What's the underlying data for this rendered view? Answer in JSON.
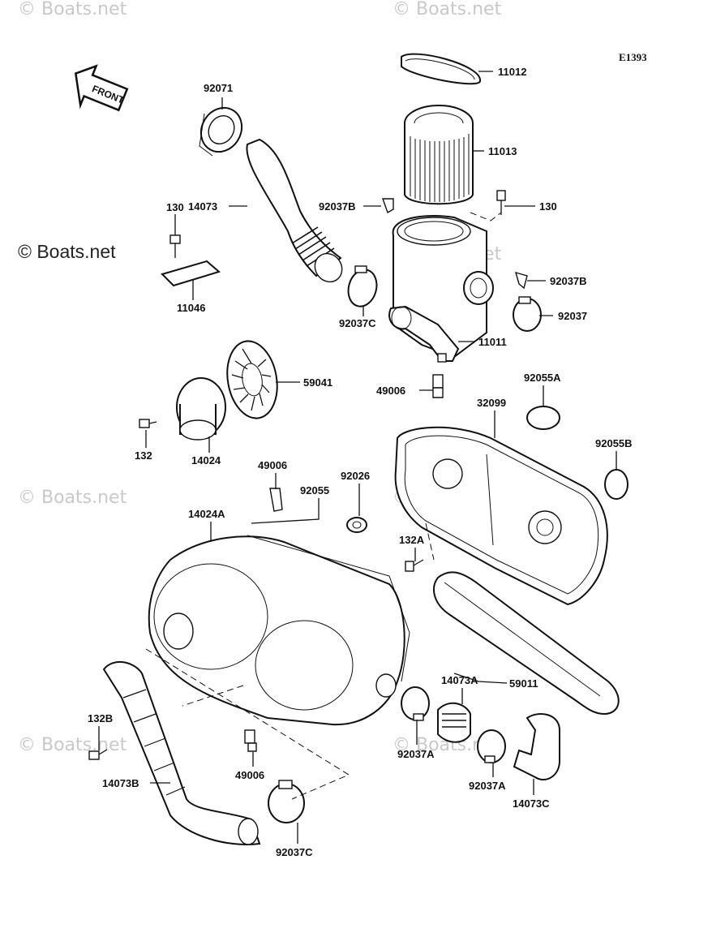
{
  "diagram": {
    "code": "E1393",
    "front_label": "FRONT",
    "copyright": "© Boats.net",
    "watermark": "© Boats.net",
    "parts": [
      {
        "id": "p11012",
        "label": "11012"
      },
      {
        "id": "p11013",
        "label": "11013"
      },
      {
        "id": "p130a",
        "label": "130"
      },
      {
        "id": "p130b",
        "label": "130"
      },
      {
        "id": "p92071",
        "label": "92071"
      },
      {
        "id": "p14073",
        "label": "14073"
      },
      {
        "id": "p92037B_1",
        "label": "92037B"
      },
      {
        "id": "p92037B_2",
        "label": "92037B"
      },
      {
        "id": "p11046",
        "label": "11046"
      },
      {
        "id": "p92037C_1",
        "label": "92037C"
      },
      {
        "id": "p92037",
        "label": "92037"
      },
      {
        "id": "p11011",
        "label": "11011"
      },
      {
        "id": "p59041",
        "label": "59041"
      },
      {
        "id": "p49006_1",
        "label": "49006"
      },
      {
        "id": "p92055A",
        "label": "92055A"
      },
      {
        "id": "p32099",
        "label": "32099"
      },
      {
        "id": "p92055B",
        "label": "92055B"
      },
      {
        "id": "p132",
        "label": "132"
      },
      {
        "id": "p14024",
        "label": "14024"
      },
      {
        "id": "p49006_2",
        "label": "49006"
      },
      {
        "id": "p92026",
        "label": "92026"
      },
      {
        "id": "p92055",
        "label": "92055"
      },
      {
        "id": "p14024A",
        "label": "14024A"
      },
      {
        "id": "p132A",
        "label": "132A"
      },
      {
        "id": "p14073A",
        "label": "14073A"
      },
      {
        "id": "p59011",
        "label": "59011"
      },
      {
        "id": "p132B",
        "label": "132B"
      },
      {
        "id": "p92037A_1",
        "label": "92037A"
      },
      {
        "id": "p49006_3",
        "label": "49006"
      },
      {
        "id": "p14073B",
        "label": "14073B"
      },
      {
        "id": "p92037A_2",
        "label": "92037A"
      },
      {
        "id": "p14073C",
        "label": "14073C"
      },
      {
        "id": "p92037C_2",
        "label": "92037C"
      }
    ]
  }
}
